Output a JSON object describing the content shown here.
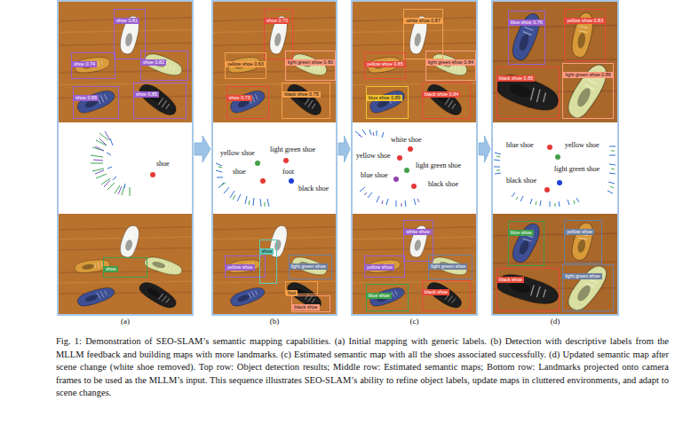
{
  "diagram": {
    "caption": "Fig. 1: Demonstration of SEO-SLAM’s semantic mapping capabilities. (a) Initial mapping with generic labels. (b) Detection with descriptive labels from the MLLM feedback and building maps with more landmarks. (c) Estimated semantic map with all the shoes associated successfully. (d) Updated semantic map after scene change (white shoe removed). Top row: Object detection results; Middle row: Estimated semantic maps; Bottom row: Landmarks projected onto camera frames to be used as the MLLM’s input. This sequence illustrates SEO-SLAM’s ability to refine object labels, update maps in cluttered environments, and adapt to scene changes.",
    "nodes": [
      {
        "text": [
          "(a)"
        ]
      },
      {
        "text": [
          "shoe 0.81"
        ],
        "in": 0
      },
      {
        "text": [
          "shoe 0.74"
        ],
        "in": 0
      },
      {
        "text": [
          "shoe 0.82"
        ],
        "in": 0
      },
      {
        "text": [
          "shoe 0.65"
        ],
        "in": 0
      },
      {
        "text": [
          "shoe 0.85"
        ],
        "in": 0
      },
      {
        "text": [
          "shoe"
        ],
        "in": 0
      },
      {
        "text": [
          "(b)"
        ]
      },
      {
        "text": [
          "shoe 0.70"
        ],
        "in": 7
      },
      {
        "text": [
          "yellow shoe 0.63"
        ],
        "in": 7
      },
      {
        "text": [
          "light green shoe 0.80"
        ],
        "in": 7
      },
      {
        "text": [
          "shoe 0.73"
        ],
        "in": 7
      },
      {
        "text": [
          "black shoe 0.75"
        ],
        "in": 7
      },
      {
        "text": [
          "yellow shoe"
        ],
        "in": 7
      },
      {
        "text": [
          "shoe"
        ],
        "in": 7
      },
      {
        "text": [
          "light green shoe"
        ],
        "in": 7
      },
      {
        "text": [
          "foot"
        ],
        "in": 7
      },
      {
        "text": [
          "black shoe"
        ],
        "in": 7
      },
      {
        "text": [
          "(c)"
        ]
      },
      {
        "text": [
          "white shoe 0.87"
        ],
        "in": 18
      },
      {
        "text": [
          "yellow shoe 0.85"
        ],
        "in": 18
      },
      {
        "text": [
          "light green shoe 0.84"
        ],
        "in": 18
      },
      {
        "text": [
          "black shoe 0.84"
        ],
        "in": 18
      },
      {
        "text": [
          "blue shoe 0.89"
        ],
        "in": 18
      },
      {
        "text": [
          "white shoe"
        ],
        "in": 18
      },
      {
        "text": [
          "yellow shoe"
        ],
        "in": 18
      },
      {
        "text": [
          "light green shoe"
        ],
        "in": 18
      },
      {
        "text": [
          "black shoe"
        ],
        "in": 18
      },
      {
        "text": [
          "blue shoe"
        ],
        "in": 18
      },
      {
        "text": [
          "(d)"
        ]
      },
      {
        "text": [
          "blue shoe 0.76"
        ],
        "in": 29
      },
      {
        "text": [
          "yellow shoe 0.83"
        ],
        "in": 29
      },
      {
        "text": [
          "black shoe 0.85"
        ],
        "in": 29
      },
      {
        "text": [
          "light green shoe 0.86"
        ],
        "in": 29
      },
      {
        "text": [
          "blue shoe"
        ],
        "in": 29
      },
      {
        "text": [
          "yellow shoe"
        ],
        "in": 29
      },
      {
        "text": [
          "black shoe"
        ],
        "in": 29
      },
      {
        "text": [
          "light green shoe"
        ],
        "in": 29
      }
    ],
    "edges": [
      {
        "from": 0,
        "to": 7,
        "arrow": "to"
      },
      {
        "from": 7,
        "to": 18,
        "arrow": "to"
      },
      {
        "from": 18,
        "to": 29,
        "arrow": "to"
      }
    ],
    "labels": [
      "shoe",
      "yellow shoe",
      "light green shoe",
      "shoe",
      "foot",
      "black shoe",
      "white shoe",
      "yellow shoe",
      "blue shoe",
      "light green shoe",
      "black shoe",
      "blue shoe",
      "yellow shoe",
      "light green shoe",
      "black shoe"
    ]
  }
}
